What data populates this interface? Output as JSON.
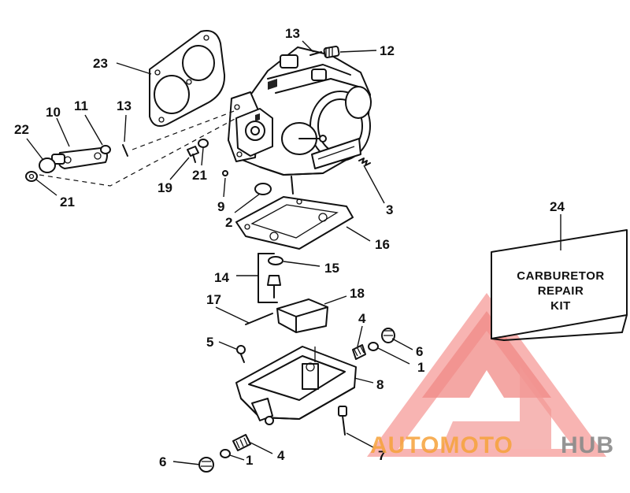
{
  "callouts": [
    {
      "id": "c13a",
      "label": "13"
    },
    {
      "id": "c12",
      "label": "12"
    },
    {
      "id": "c23",
      "label": "23"
    },
    {
      "id": "c22",
      "label": "22"
    },
    {
      "id": "c10",
      "label": "10"
    },
    {
      "id": "c11",
      "label": "11"
    },
    {
      "id": "c13b",
      "label": "13"
    },
    {
      "id": "c21a",
      "label": "21"
    },
    {
      "id": "c21b",
      "label": "21"
    },
    {
      "id": "c19",
      "label": "19"
    },
    {
      "id": "c9",
      "label": "9"
    },
    {
      "id": "c2",
      "label": "2"
    },
    {
      "id": "c3",
      "label": "3"
    },
    {
      "id": "c24",
      "label": "24"
    },
    {
      "id": "c16",
      "label": "16"
    },
    {
      "id": "c15",
      "label": "15"
    },
    {
      "id": "c14",
      "label": "14"
    },
    {
      "id": "c18",
      "label": "18"
    },
    {
      "id": "c17",
      "label": "17"
    },
    {
      "id": "c4a",
      "label": "4"
    },
    {
      "id": "c6a",
      "label": "6"
    },
    {
      "id": "c5",
      "label": "5"
    },
    {
      "id": "c1a",
      "label": "1"
    },
    {
      "id": "c8",
      "label": "8"
    },
    {
      "id": "c7",
      "label": "7"
    },
    {
      "id": "c6b",
      "label": "6"
    },
    {
      "id": "c1b",
      "label": "1"
    },
    {
      "id": "c4b",
      "label": "4"
    }
  ],
  "repair_kit": {
    "line1": "CARBURETOR",
    "line2": "REPAIR",
    "line3": "KIT"
  },
  "watermark": {
    "text_colored": "AUTOMOTO",
    "text_gray": "HUB",
    "colors": {
      "orange": "#f6a23a",
      "red": "#ec5450",
      "pink": "#f7a7a5",
      "gray": "#8a8a8a"
    }
  }
}
